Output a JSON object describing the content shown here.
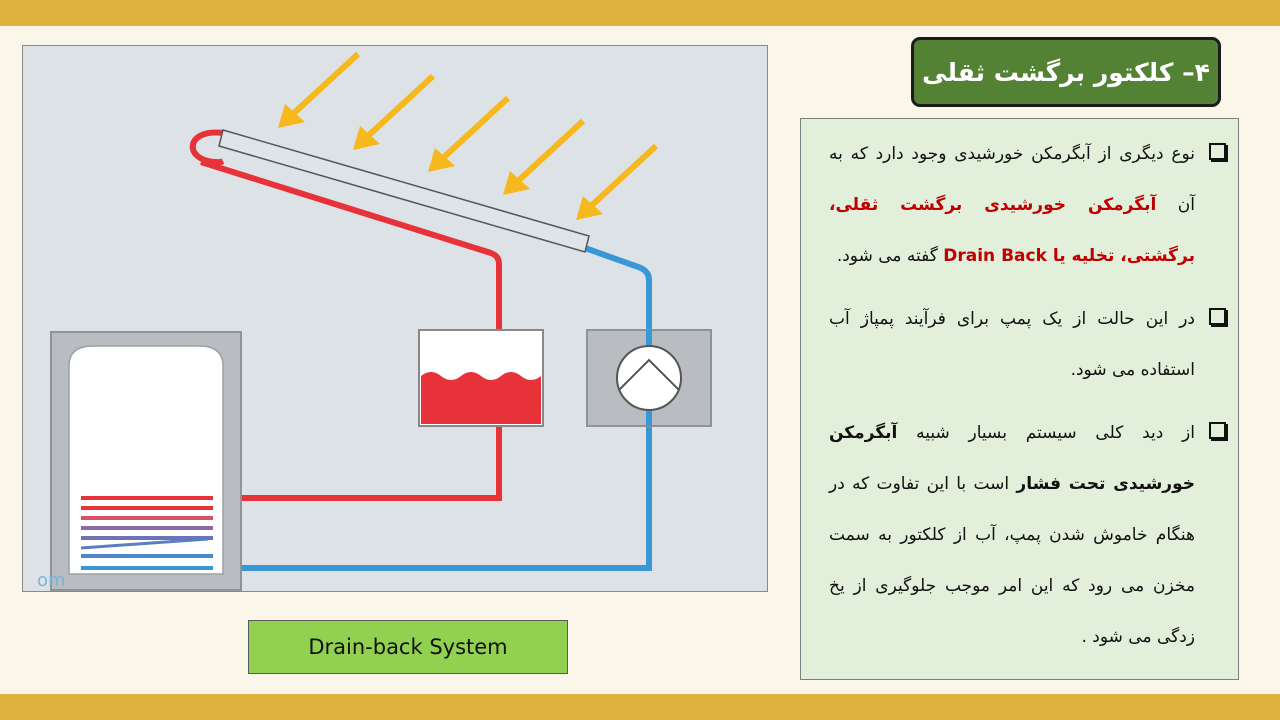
{
  "title": "۴– کلکتور برگشت ثقلی",
  "caption": "Drain-back System",
  "watermark": "om",
  "bullets": [
    {
      "segments": [
        {
          "text": "نوع دیگری از آبگرمکن خورشیدی وجود دارد که به آن ",
          "style": "normal"
        },
        {
          "text": "آبگرمکن خورشیدی برگشت ثقلی، برگشتی، تخلیه یا  Drain Back",
          "style": "red"
        },
        {
          "text": " گفته می شود.",
          "style": "normal"
        }
      ]
    },
    {
      "segments": [
        {
          "text": "در این حالت از یک پمپ برای فرآیند پمپاژ آب استفاده می شود.",
          "style": "normal"
        }
      ]
    },
    {
      "segments": [
        {
          "text": "از دید کلی سیستم بسیار شبیه ",
          "style": "normal"
        },
        {
          "text": "آبگرمکن خورشیدی تحت فشار",
          "style": "bold"
        },
        {
          "text": " است با این تفاوت که در هنگام خاموش شدن پمپ، آب از کلکتور به سمت مخزن می رود که این امر موجب جلوگیری از یخ زدگی می شود .",
          "style": "normal"
        }
      ]
    }
  ],
  "colors": {
    "hot_pipe": "#e8323a",
    "cold_pipe": "#3a96d6",
    "sun_arrows": "#f6b81c",
    "title_bg": "#548235",
    "caption_bg": "#92d050",
    "panel_bg": "#e2efda",
    "band": "#dfb23f"
  },
  "icons": [
    "sun-ray-arrow-icon",
    "pump-icon",
    "checkbox-bullet-icon"
  ]
}
